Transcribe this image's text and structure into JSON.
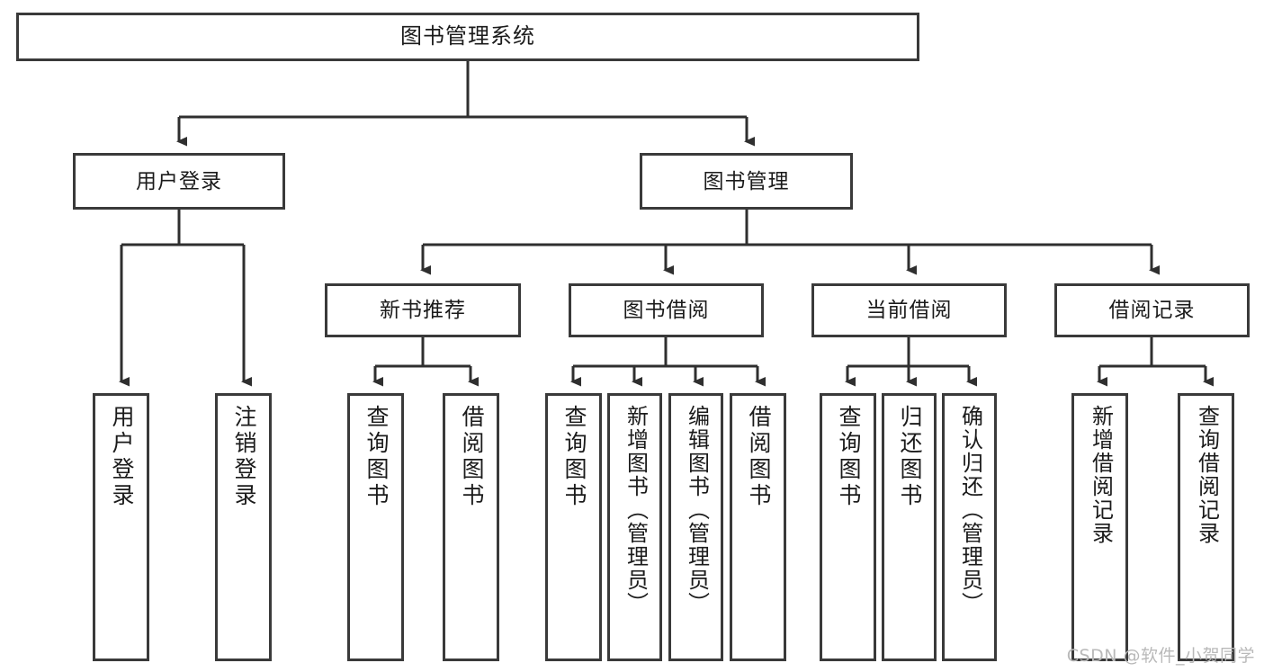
{
  "diagram": {
    "type": "tree-hierarchy",
    "title": "图书管理系统",
    "orientation": "top-down",
    "style": {
      "box_border_color": "#3a3a3a",
      "box_fill_color": "#ffffff",
      "edge_color": "#2f2f2f",
      "text_color": "#1b1b1b",
      "background": "#ffffff"
    },
    "nodes": {
      "root": {
        "label": "图书管理系统",
        "level": 1
      },
      "level2": [
        {
          "id": "user-login",
          "label": "用户登录"
        },
        {
          "id": "book-manage",
          "label": "图书管理"
        }
      ],
      "level3": [
        {
          "id": "new-book-recommend",
          "label": "新书推荐",
          "parent": "book-manage"
        },
        {
          "id": "book-borrow",
          "label": "图书借阅",
          "parent": "book-manage"
        },
        {
          "id": "current-borrow",
          "label": "当前借阅",
          "parent": "book-manage"
        },
        {
          "id": "borrow-record",
          "label": "借阅记录",
          "parent": "book-manage"
        }
      ],
      "leaves": [
        {
          "id": "leaf-user-login",
          "label": "用户登录",
          "parent": "user-login"
        },
        {
          "id": "leaf-logout-login",
          "label": "注销登录",
          "parent": "user-login"
        },
        {
          "id": "leaf-query-book-1",
          "label": "查询图书",
          "parent": "new-book-recommend"
        },
        {
          "id": "leaf-borrow-book-1",
          "label": "借阅图书",
          "parent": "new-book-recommend"
        },
        {
          "id": "leaf-query-book-2",
          "label": "查询图书",
          "parent": "book-borrow"
        },
        {
          "id": "leaf-add-book",
          "label": "新增图书（管理员）",
          "parent": "book-borrow"
        },
        {
          "id": "leaf-edit-book",
          "label": "编辑图书（管理员）",
          "parent": "book-borrow"
        },
        {
          "id": "leaf-borrow-book-2",
          "label": "借阅图书",
          "parent": "book-borrow"
        },
        {
          "id": "leaf-query-book-3",
          "label": "查询图书",
          "parent": "current-borrow"
        },
        {
          "id": "leaf-return-book",
          "label": "归还图书",
          "parent": "current-borrow"
        },
        {
          "id": "leaf-confirm-return",
          "label": "确认归还（管理员）",
          "parent": "current-borrow"
        },
        {
          "id": "leaf-add-record",
          "label": "新增借阅记录",
          "parent": "borrow-record"
        },
        {
          "id": "leaf-query-record",
          "label": "查询借阅记录",
          "parent": "borrow-record"
        }
      ]
    }
  },
  "watermark": {
    "text": "CSDN @软件_小贺同学"
  }
}
